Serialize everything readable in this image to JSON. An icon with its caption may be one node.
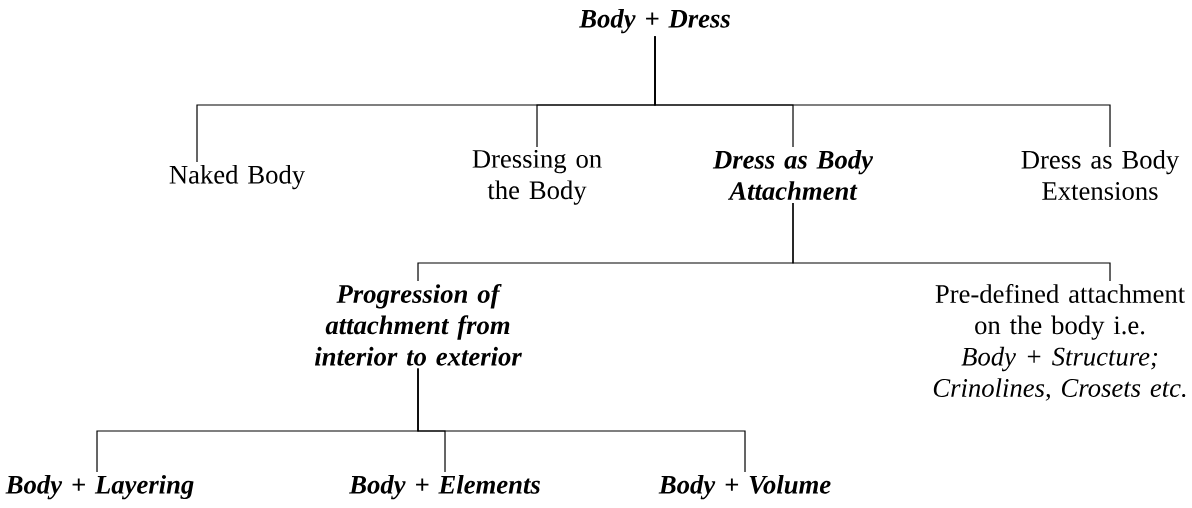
{
  "diagram": {
    "nodes": [
      {
        "text": [
          "Body + Dress"
        ]
      },
      {
        "text": [
          "Naked Body"
        ]
      },
      {
        "text": [
          "Dressing on the Body"
        ]
      },
      {
        "text": [
          "Dress as Body Attachment"
        ]
      },
      {
        "text": [
          "Dress as Body Extensions"
        ]
      },
      {
        "text": [
          "Progression of attachment from interior to exterior"
        ]
      },
      {
        "text": [
          "Pre-defined attachment on the body i.e. *Body + Structure; Crinolines, Crosets etc.*"
        ]
      },
      {
        "text": [
          "Body + Layering"
        ]
      },
      {
        "text": [
          "Body + Elements"
        ]
      },
      {
        "text": [
          "Body + Volume"
        ]
      }
    ],
    "edges": [
      {
        "from": 0,
        "to": 1,
        "arrow": "none"
      },
      {
        "from": 0,
        "to": 2,
        "arrow": "none"
      },
      {
        "from": 0,
        "to": 3,
        "arrow": "none"
      },
      {
        "from": 0,
        "to": 4,
        "arrow": "none"
      },
      {
        "from": 3,
        "to": 5,
        "arrow": "none"
      },
      {
        "from": 3,
        "to": 6,
        "arrow": "none"
      },
      {
        "from": 5,
        "to": 7,
        "arrow": "none"
      },
      {
        "from": 5,
        "to": 8,
        "arrow": "none"
      },
      {
        "from": 5,
        "to": 9,
        "arrow": "none"
      }
    ]
  }
}
